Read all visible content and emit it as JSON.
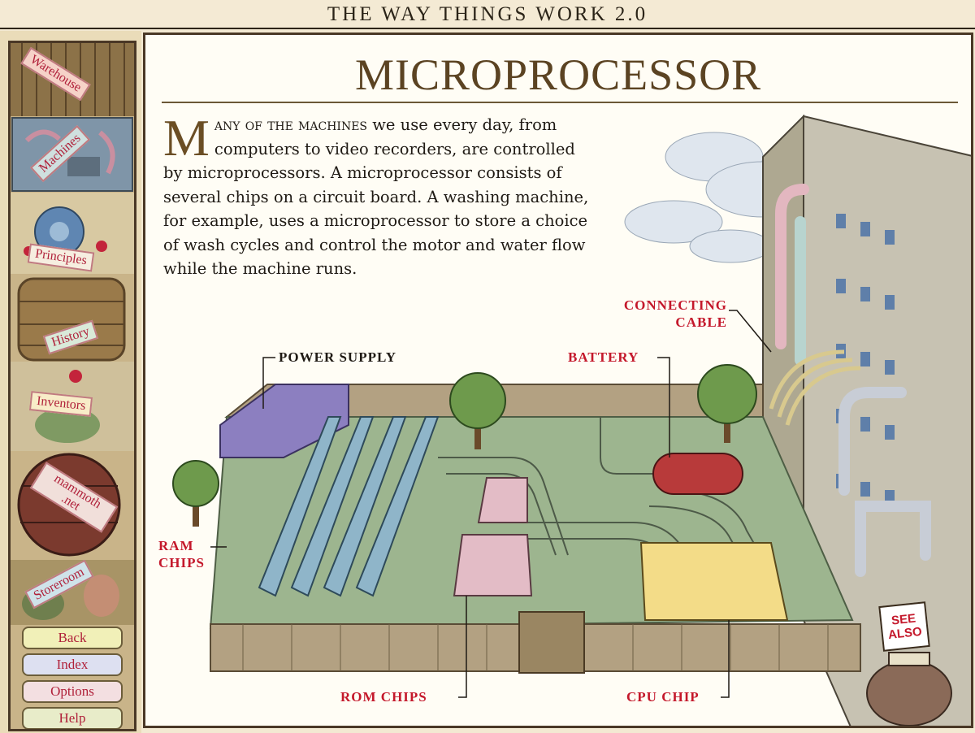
{
  "app": {
    "title": "THE WAY THINGS WORK 2.0"
  },
  "sidebar": {
    "sections": [
      {
        "label": "Warehouse"
      },
      {
        "label": "Machines"
      },
      {
        "label": "Principles"
      },
      {
        "label": "History"
      },
      {
        "label": "Inventors"
      },
      {
        "label": "mammoth .net"
      },
      {
        "label": "Storeroom"
      }
    ],
    "buttons": [
      {
        "label": "Back"
      },
      {
        "label": "Index"
      },
      {
        "label": "Options"
      },
      {
        "label": "Help"
      }
    ]
  },
  "page": {
    "title": "MICROPROCESSOR",
    "intro_dropcap": "M",
    "intro_lead": "any of the machines",
    "intro_text": " we use every day, from computers to video recorders, are controlled by microprocessors. A microprocessor consists of several chips on a circuit board. A washing machine, for example, uses a microprocessor to store a choice of wash cycles and control the motor and water flow while the machine runs."
  },
  "callouts": {
    "power_supply": "POWER SUPPLY",
    "battery": "BATTERY",
    "connecting_cable_1": "CONNECTING",
    "connecting_cable_2": "CABLE",
    "ram_chips_1": "RAM",
    "ram_chips_2": "CHIPS",
    "rom_chips": "ROM CHIPS",
    "cpu_chip": "CPU CHIP"
  },
  "see_also": {
    "line1": "SEE",
    "line2": "ALSO"
  },
  "colors": {
    "accent_red": "#c4182b",
    "title_brown": "#5b4322",
    "board_green": "#9db58f",
    "fence_wood": "#b3a182"
  }
}
